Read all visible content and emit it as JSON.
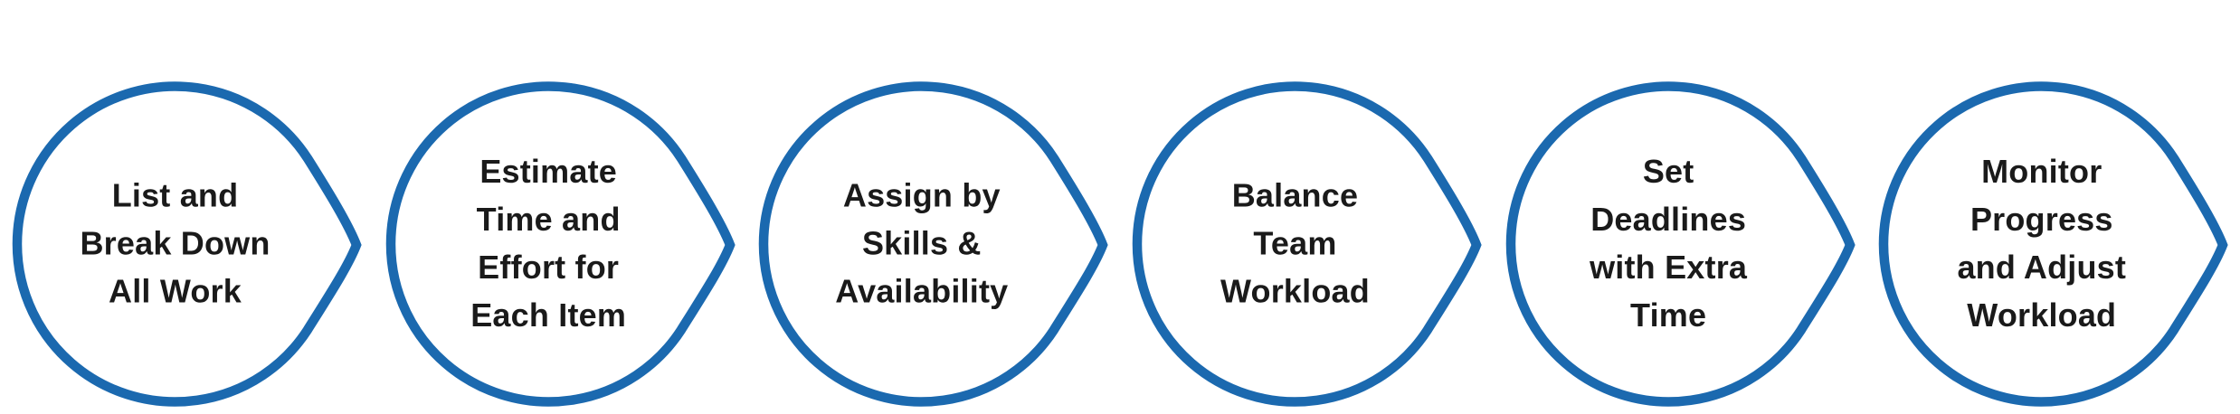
{
  "page": {
    "background": "#ffffff"
  },
  "diagram": {
    "name": "workload-management-process-flow",
    "type": "process-flow",
    "direction": "left-to-right",
    "colors": {
      "bubble_stroke": "#1b69af",
      "bubble_fill": "#ffffff",
      "label_text": "#1a1a1a"
    },
    "steps": [
      {
        "label": "List and\nBreak Down\nAll Work"
      },
      {
        "label": "Estimate\nTime and\nEffort for\nEach Item"
      },
      {
        "label": "Assign by\nSkills &\nAvailability"
      },
      {
        "label": "Balance\nTeam\nWorkload"
      },
      {
        "label": "Set\nDeadlines\nwith Extra\nTime"
      },
      {
        "label": "Monitor\nProgress\nand Adjust\nWorkload"
      }
    ]
  }
}
